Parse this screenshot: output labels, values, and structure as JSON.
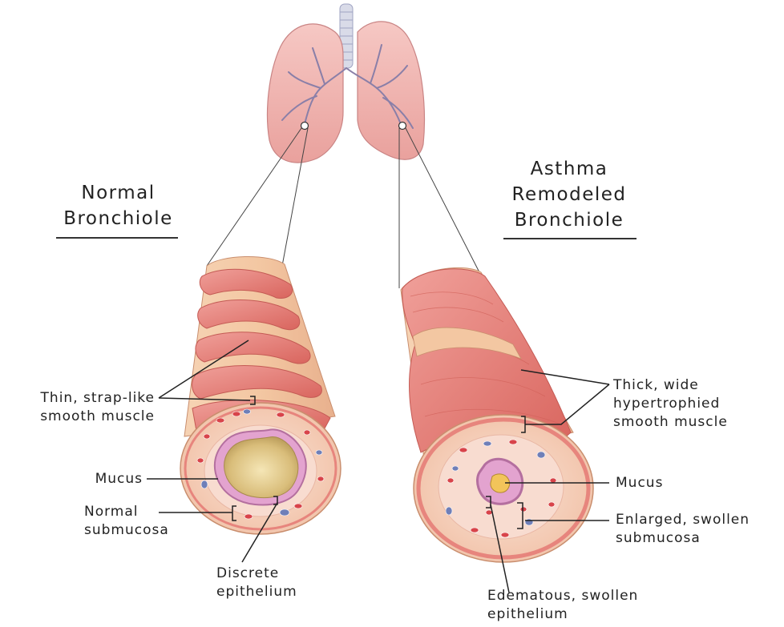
{
  "titles": {
    "normal": [
      "Normal",
      "Bronchiole"
    ],
    "asthma": [
      "Asthma",
      "Remodeled",
      "Bronchiole"
    ]
  },
  "labels": {
    "normal_muscle": [
      "Thin, strap-like",
      "smooth muscle"
    ],
    "normal_mucus": "Mucus",
    "normal_submucosa": [
      "Normal",
      "submucosa"
    ],
    "normal_epithelium": [
      "Discrete",
      "epithelium"
    ],
    "asthma_muscle": [
      "Thick, wide",
      "hypertrophied",
      "smooth muscle"
    ],
    "asthma_mucus": "Mucus",
    "asthma_submucosa": [
      "Enlarged, swollen",
      "submucosa"
    ],
    "asthma_epithelium": [
      "Edematous, swollen",
      "epithelium"
    ]
  },
  "colors": {
    "lung": "#f0b3b0",
    "lung_dark": "#d98a8a",
    "airway_tree": "#8a7fa8",
    "muscle": "#e0736c",
    "muscle_light": "#f2a7a0",
    "wall": "#f2c9a6",
    "submucosa": "#f7d2c2",
    "epithelium": "#d998c8",
    "mucus": "#e6cf90",
    "leader": "#222222"
  }
}
